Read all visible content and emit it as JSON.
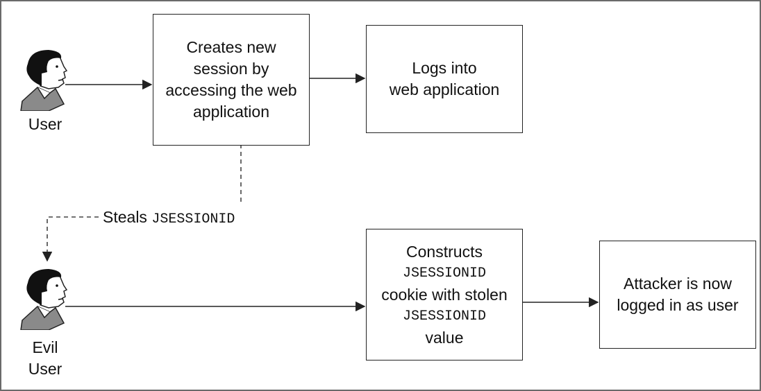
{
  "actors": {
    "user": {
      "label": "User",
      "icon": "person-head-icon"
    },
    "evil_user": {
      "label_line1": "Evil",
      "label_line2": "User",
      "icon": "person-head-icon"
    }
  },
  "boxes": {
    "create_session": {
      "line1": "Creates new",
      "line2": "session by",
      "line3": "accessing the web",
      "line4": "application"
    },
    "logs_in": {
      "line1": "Logs into",
      "line2": "web application"
    },
    "construct_cookie": {
      "line1": "Constructs",
      "line2": "JSESSIONID",
      "line3": "cookie with stolen",
      "line4": "JSESSIONID",
      "line5": "value"
    },
    "attacker_logged_in": {
      "line1": "Attacker is now",
      "line2": "logged in as user"
    }
  },
  "steal_label": {
    "text": "Steals",
    "code": "JSESSIONID"
  },
  "colors": {
    "stroke": "#222222",
    "dashed": "#444444",
    "frame": "#6a6a6a"
  }
}
